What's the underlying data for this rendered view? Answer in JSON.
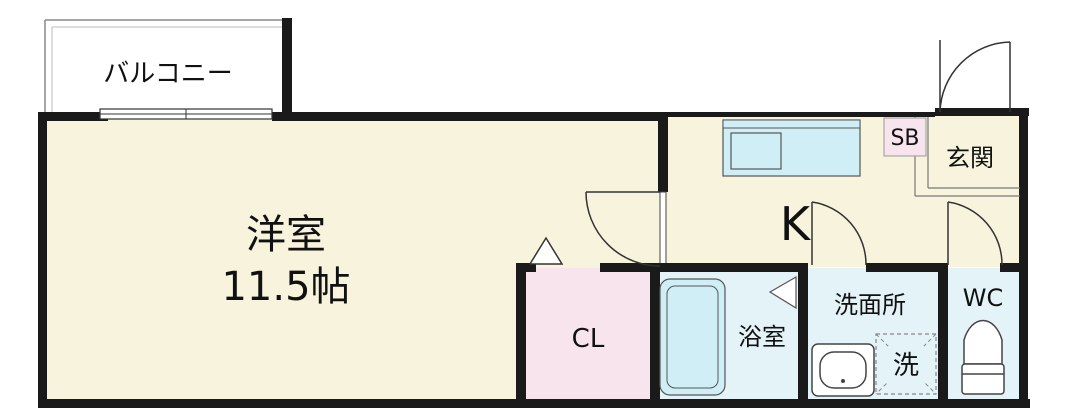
{
  "colors": {
    "wall": "#1a1a1a",
    "western_room": "#f7f3dc",
    "kitchen": "#f7f3dc",
    "closet": "#f8e4ec",
    "wet_area": "#e4f3f8",
    "fixture": "#cfeef6",
    "shoe_box": "#f8e4ec",
    "balcony": "#ffffff"
  },
  "rooms": {
    "balcony": "バルコニー",
    "western_room_name": "洋室",
    "western_room_size": "11.5帖",
    "kitchen": "K",
    "closet": "CL",
    "bathroom": "浴室",
    "washroom": "洗面所",
    "toilet": "WC",
    "entrance": "玄関",
    "shoe_box": "SB",
    "washer": "洗"
  }
}
